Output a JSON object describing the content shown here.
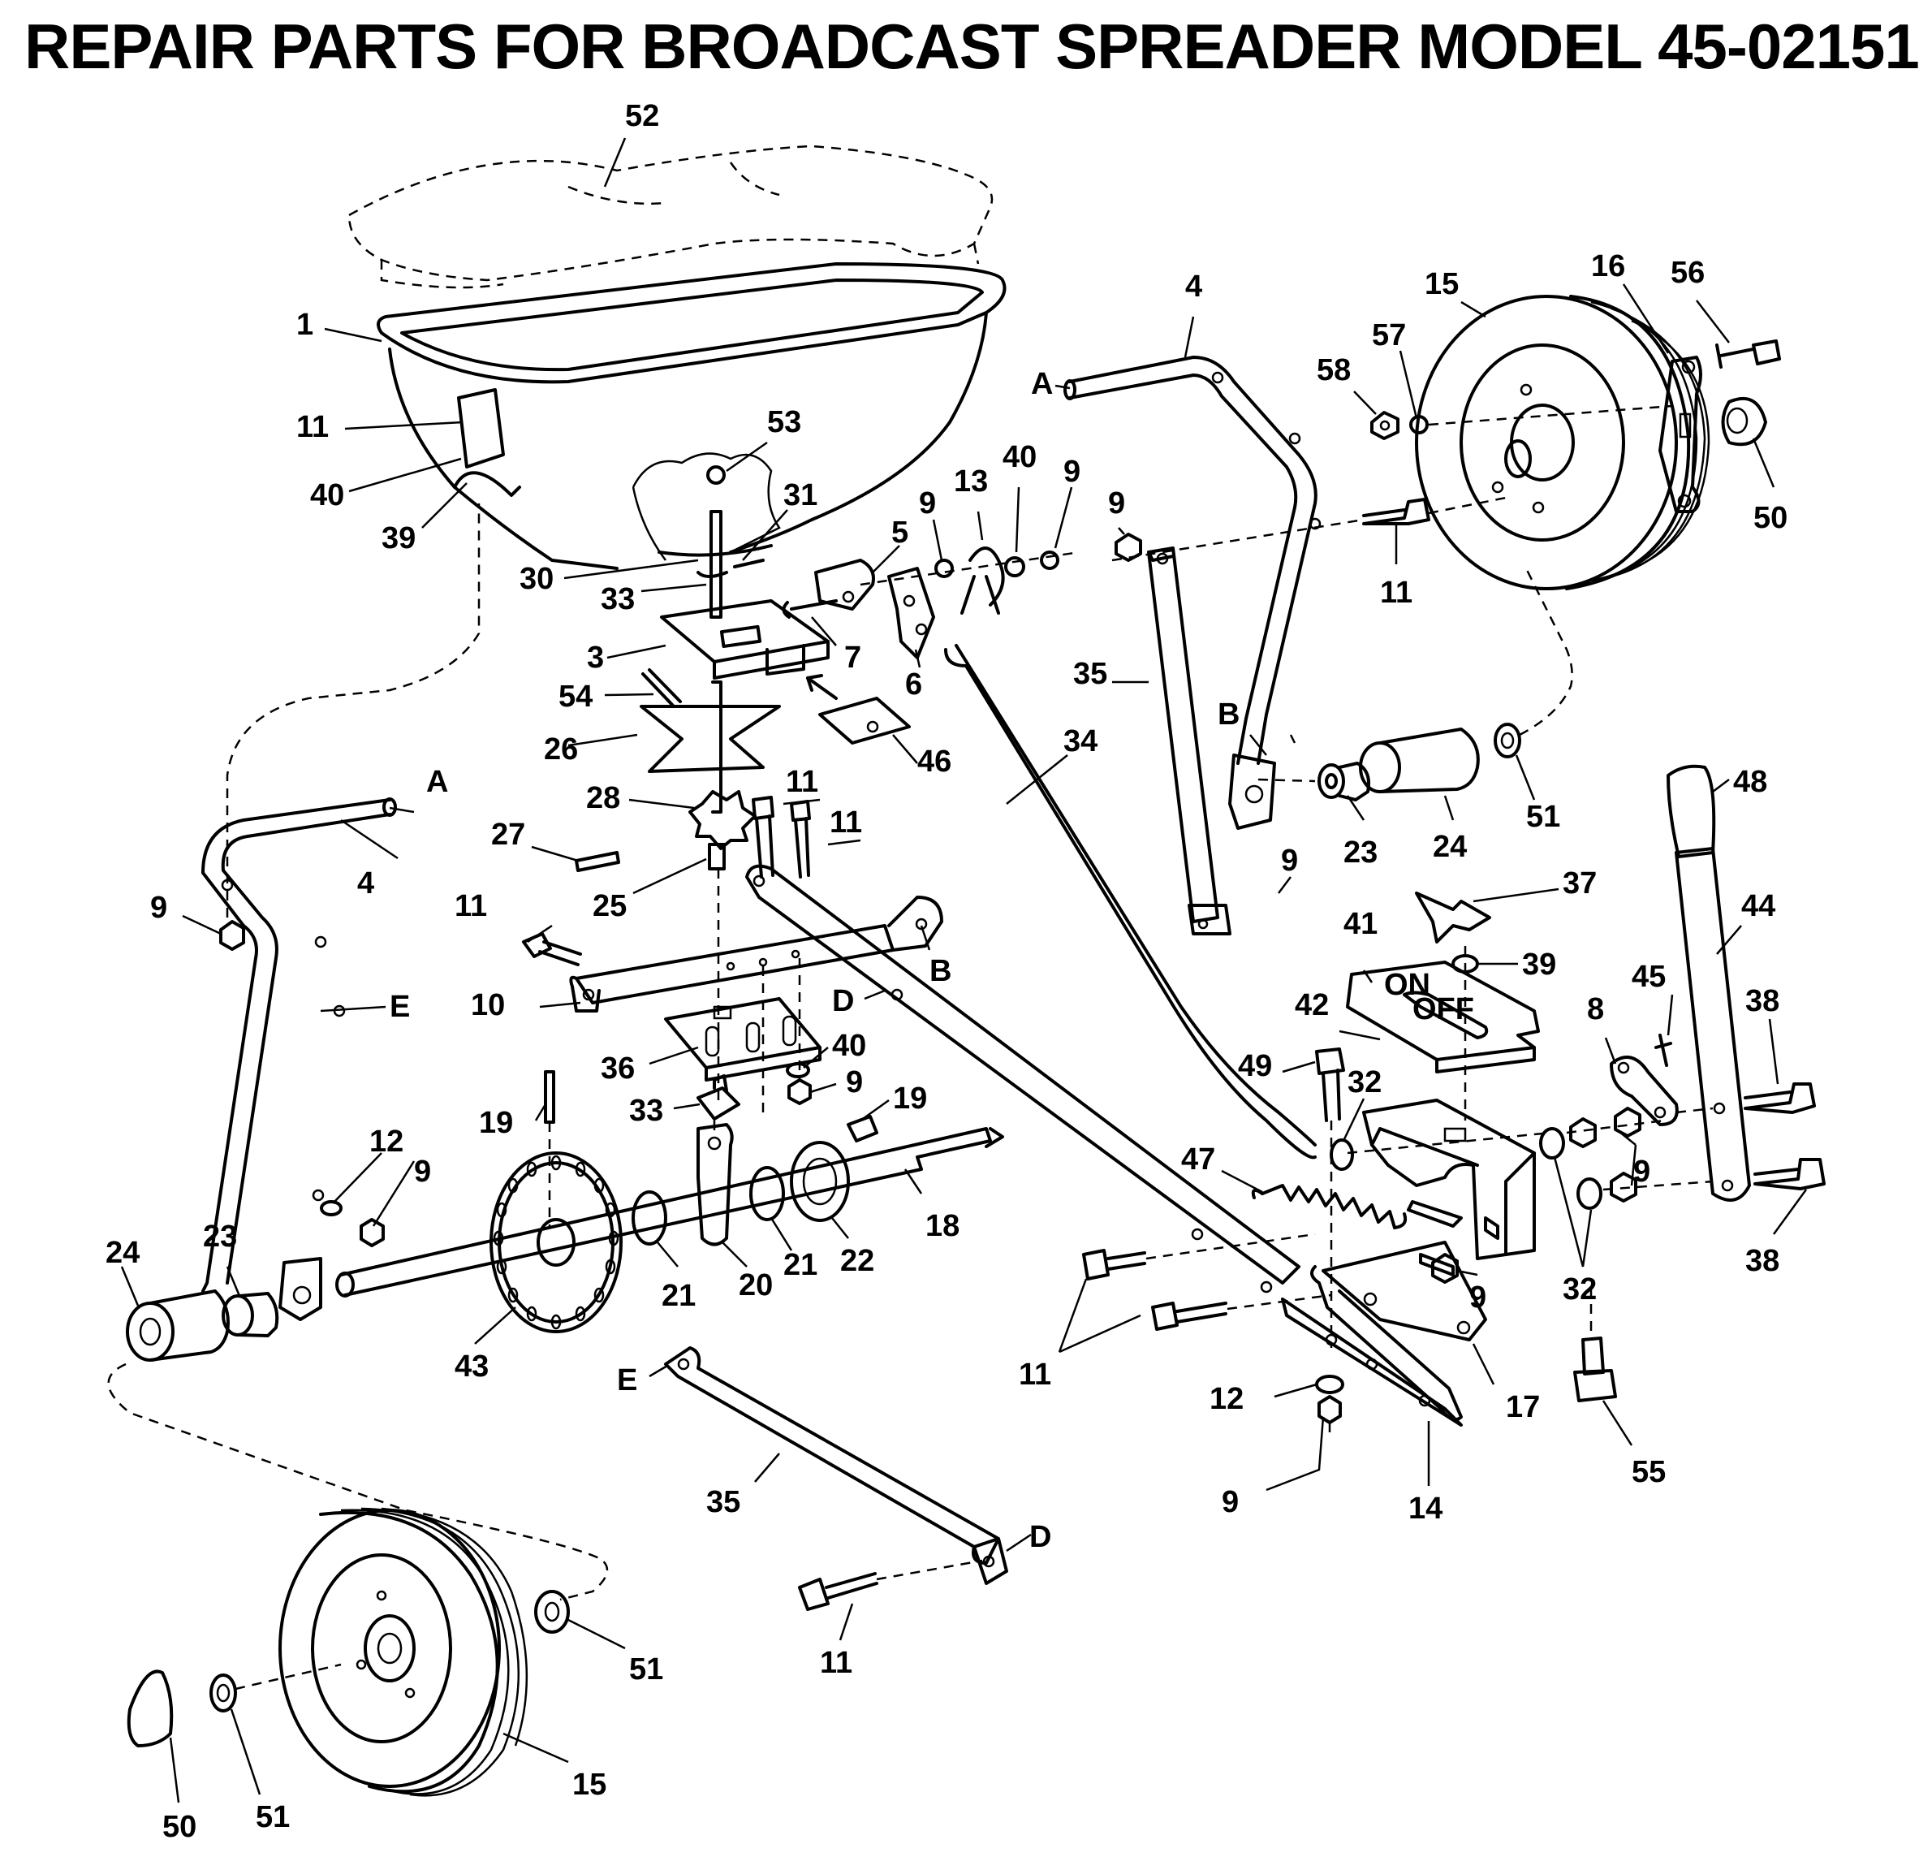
{
  "title": "REPAIR PARTS FOR BROADCAST SPREADER MODEL 45-02151",
  "colors": {
    "ink": "#000000",
    "paper": "#ffffff"
  },
  "callouts": [
    {
      "id": "52",
      "text": "52"
    },
    {
      "id": "1",
      "text": "1"
    },
    {
      "id": "11a",
      "text": "11"
    },
    {
      "id": "40a",
      "text": "40"
    },
    {
      "id": "39a",
      "text": "39"
    },
    {
      "id": "53",
      "text": "53"
    },
    {
      "id": "31",
      "text": "31"
    },
    {
      "id": "30",
      "text": "30"
    },
    {
      "id": "33a",
      "text": "33"
    },
    {
      "id": "3",
      "text": "3"
    },
    {
      "id": "54",
      "text": "54"
    },
    {
      "id": "26",
      "text": "26"
    },
    {
      "id": "28",
      "text": "28"
    },
    {
      "id": "27",
      "text": "27"
    },
    {
      "id": "25",
      "text": "25"
    },
    {
      "id": "11b",
      "text": "11"
    },
    {
      "id": "11c",
      "text": "11"
    },
    {
      "id": "46",
      "text": "46"
    },
    {
      "id": "7",
      "text": "7"
    },
    {
      "id": "6",
      "text": "6"
    },
    {
      "id": "5",
      "text": "5"
    },
    {
      "id": "9a",
      "text": "9"
    },
    {
      "id": "13",
      "text": "13"
    },
    {
      "id": "40b",
      "text": "40"
    },
    {
      "id": "9b",
      "text": "9"
    },
    {
      "id": "9c",
      "text": "9"
    },
    {
      "id": "4a",
      "text": "4"
    },
    {
      "id": "Aa",
      "text": "A"
    },
    {
      "id": "15a",
      "text": "15"
    },
    {
      "id": "16",
      "text": "16"
    },
    {
      "id": "56",
      "text": "56"
    },
    {
      "id": "57",
      "text": "57"
    },
    {
      "id": "58",
      "text": "58"
    },
    {
      "id": "50a",
      "text": "50"
    },
    {
      "id": "11d",
      "text": "11"
    },
    {
      "id": "35a",
      "text": "35"
    },
    {
      "id": "34",
      "text": "34"
    },
    {
      "id": "Ba",
      "text": "B"
    },
    {
      "id": "23a",
      "text": "23"
    },
    {
      "id": "24a",
      "text": "24"
    },
    {
      "id": "51a",
      "text": "51"
    },
    {
      "id": "48",
      "text": "48"
    },
    {
      "id": "9d",
      "text": "9"
    },
    {
      "id": "37",
      "text": "37"
    },
    {
      "id": "41",
      "text": "41"
    },
    {
      "id": "39b",
      "text": "39"
    },
    {
      "id": "44",
      "text": "44"
    },
    {
      "id": "45",
      "text": "45"
    },
    {
      "id": "38a",
      "text": "38"
    },
    {
      "id": "42",
      "text": "42"
    },
    {
      "id": "8",
      "text": "8"
    },
    {
      "id": "49",
      "text": "49"
    },
    {
      "id": "32a",
      "text": "32"
    },
    {
      "id": "9e",
      "text": "9"
    },
    {
      "id": "38b",
      "text": "38"
    },
    {
      "id": "47",
      "text": "47"
    },
    {
      "id": "9f",
      "text": "9"
    },
    {
      "id": "32b",
      "text": "32"
    },
    {
      "id": "Ab",
      "text": "A"
    },
    {
      "id": "4b",
      "text": "4"
    },
    {
      "id": "9g",
      "text": "9"
    },
    {
      "id": "11e",
      "text": "11"
    },
    {
      "id": "10",
      "text": "10"
    },
    {
      "id": "Bb",
      "text": "B"
    },
    {
      "id": "Da",
      "text": "D"
    },
    {
      "id": "Ea",
      "text": "E"
    },
    {
      "id": "36",
      "text": "36"
    },
    {
      "id": "40c",
      "text": "40"
    },
    {
      "id": "9h",
      "text": "9"
    },
    {
      "id": "33b",
      "text": "33"
    },
    {
      "id": "19a",
      "text": "19"
    },
    {
      "id": "19b",
      "text": "19"
    },
    {
      "id": "12a",
      "text": "12"
    },
    {
      "id": "9i",
      "text": "9"
    },
    {
      "id": "18",
      "text": "18"
    },
    {
      "id": "24b",
      "text": "24"
    },
    {
      "id": "23b",
      "text": "23"
    },
    {
      "id": "21a",
      "text": "21"
    },
    {
      "id": "20",
      "text": "20"
    },
    {
      "id": "21b",
      "text": "21"
    },
    {
      "id": "22",
      "text": "22"
    },
    {
      "id": "43",
      "text": "43"
    },
    {
      "id": "11f",
      "text": "11"
    },
    {
      "id": "17",
      "text": "17"
    },
    {
      "id": "12b",
      "text": "12"
    },
    {
      "id": "9j",
      "text": "9"
    },
    {
      "id": "14",
      "text": "14"
    },
    {
      "id": "55",
      "text": "55"
    },
    {
      "id": "Eb",
      "text": "E"
    },
    {
      "id": "35b",
      "text": "35"
    },
    {
      "id": "Db",
      "text": "D"
    },
    {
      "id": "11g",
      "text": "11"
    },
    {
      "id": "51b",
      "text": "51"
    },
    {
      "id": "15b",
      "text": "15"
    },
    {
      "id": "50b",
      "text": "50"
    },
    {
      "id": "51c",
      "text": "51"
    }
  ],
  "decal_text": {
    "on": "ON",
    "off": "OFF"
  }
}
